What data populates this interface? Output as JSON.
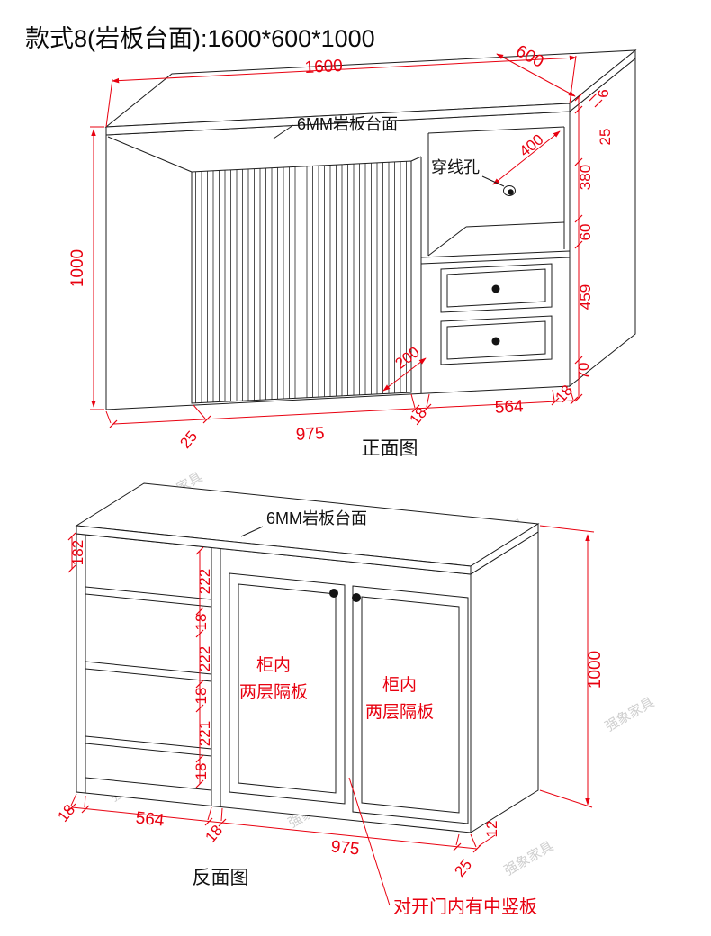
{
  "title": "款式8(岩板台面):1600*600*1000",
  "watermark": "强象家具",
  "colors": {
    "dimension_red": "#e8000f",
    "line_black": "#1c1c1c",
    "watermark_gray": "#c6c6c6"
  },
  "front": {
    "caption": "正面图",
    "countertop_label": "6MM岩板台面",
    "wire_hole_label": "穿线孔",
    "dim_1600": "1600",
    "dim_600": "600",
    "dim_6": "6",
    "dim_25_top": "25",
    "dim_380": "380",
    "dim_400": "400",
    "dim_60": "60",
    "dim_459": "459",
    "dim_70": "70",
    "dim_1000": "1000",
    "dim_200": "200",
    "dim_25_bottom": "25",
    "dim_975": "975",
    "dim_18_left": "18",
    "dim_564": "564",
    "dim_18_right": "18"
  },
  "back": {
    "caption": "反面图",
    "countertop_label": "6MM岩板台面",
    "door_label_1": "柜内",
    "door_label_2": "两层隔板",
    "note_center_board": "对开门内有中竖板",
    "dim_182": "182",
    "chain": [
      "222",
      "18",
      "222",
      "18",
      "221",
      "18"
    ],
    "dim_1000": "1000",
    "dim_12": "12",
    "bottom": [
      "18",
      "564",
      "18",
      "975",
      "25"
    ]
  }
}
